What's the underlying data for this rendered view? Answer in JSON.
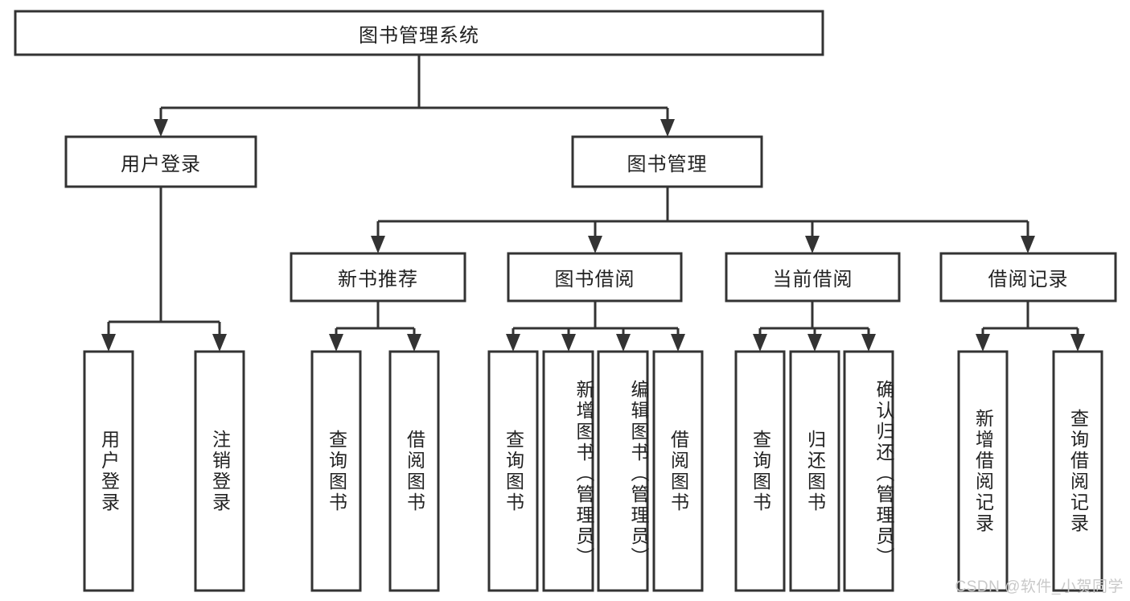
{
  "diagram": {
    "title": "图书管理系统",
    "watermark": "CSDN @软件_小贺同学",
    "colors": {
      "stroke": "#333333",
      "box_fill": "#ffffff",
      "text": "#222222",
      "watermark": "#c9c9c9",
      "background": "#ffffff"
    },
    "levels": {
      "root": {
        "label": "图书管理系统"
      },
      "level2": [
        {
          "label": "用户登录"
        },
        {
          "label": "图书管理"
        }
      ],
      "level3": [
        {
          "label": "新书推荐"
        },
        {
          "label": "图书借阅"
        },
        {
          "label": "当前借阅"
        },
        {
          "label": "借阅记录"
        }
      ],
      "leaves": {
        "user_login": [
          {
            "label": "用户登录"
          },
          {
            "label": "注销登录"
          }
        ],
        "new_book_recommend": [
          {
            "label": "查询图书"
          },
          {
            "label": "借阅图书"
          }
        ],
        "book_borrow": [
          {
            "label": "查询图书"
          },
          {
            "label": "新增图书（管理员）"
          },
          {
            "label": "编辑图书（管理员）"
          },
          {
            "label": "借阅图书"
          }
        ],
        "current_borrow": [
          {
            "label": "查询图书"
          },
          {
            "label": "归还图书"
          },
          {
            "label": "确认归还（管理员）"
          }
        ],
        "borrow_record": [
          {
            "label": "新增借阅记录"
          },
          {
            "label": "查询借阅记录"
          }
        ]
      }
    }
  }
}
